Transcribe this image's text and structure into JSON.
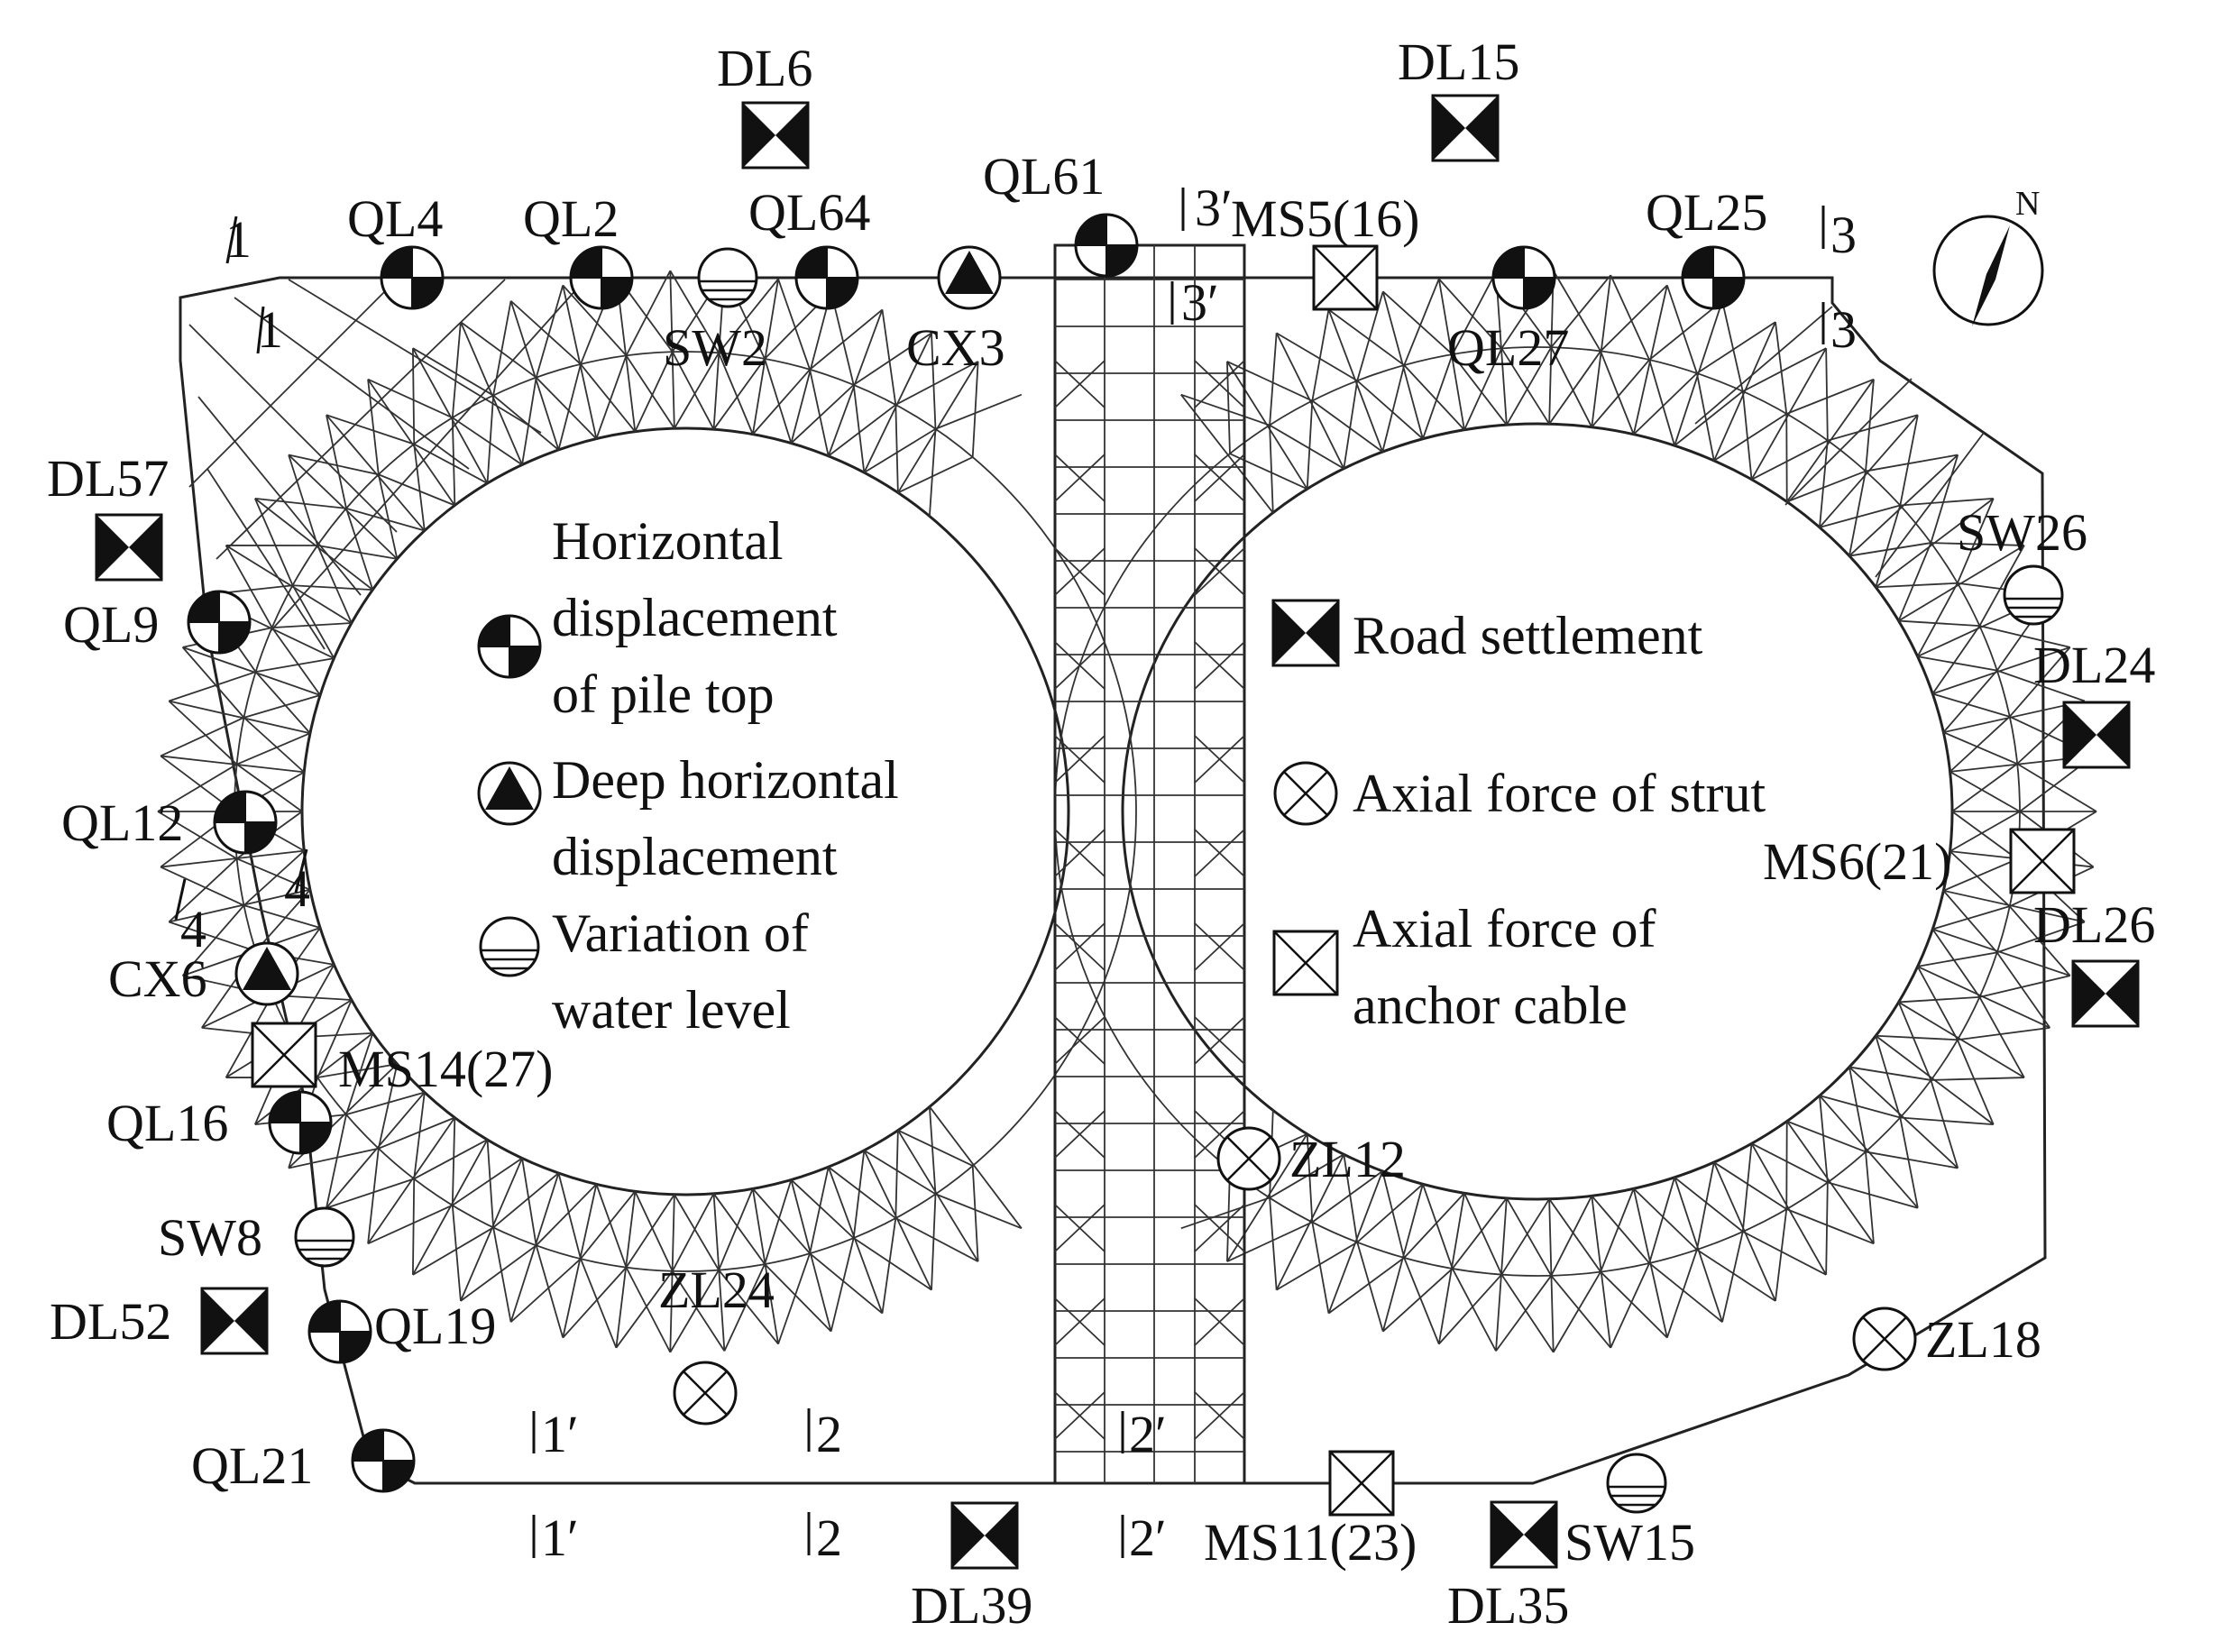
{
  "north": "N",
  "legend": {
    "pile_top_1": "Horizontal",
    "pile_top_2": "displacement",
    "pile_top_3": "of pile top",
    "deep_1": "Deep horizontal",
    "deep_2": "displacement",
    "water_1": "Variation of",
    "water_2": "water level",
    "road": "Road settlement",
    "strut": "Axial force of strut",
    "anchor_1": "Axial force of",
    "anchor_2": "anchor cable"
  },
  "points": {
    "QL4": "QL4",
    "QL2": "QL2",
    "QL64": "QL64",
    "QL61": "QL61",
    "QL25": "QL25",
    "QL27": "QL27",
    "QL9": "QL9",
    "QL12": "QL12",
    "QL16": "QL16",
    "QL19": "QL19",
    "QL21": "QL21",
    "CX3": "CX3",
    "CX6": "CX6",
    "SW2": "SW2",
    "SW8": "SW8",
    "SW15": "SW15",
    "SW26": "SW26",
    "DL6": "DL6",
    "DL15": "DL15",
    "DL57": "DL57",
    "DL24": "DL24",
    "DL26": "DL26",
    "DL52": "DL52",
    "DL39": "DL39",
    "DL35": "DL35",
    "MS5": "MS5(16)",
    "MS6": "MS6(21)",
    "MS14": "MS14(27)",
    "MS11": "MS11(23)",
    "ZL12": "ZL12",
    "ZL24": "ZL24",
    "ZL18": "ZL18"
  },
  "sections": {
    "s1": "1",
    "s1p": "1′",
    "s2": "2",
    "s2p": "2′",
    "s3": "3",
    "s3p": "3′",
    "s4": "4"
  }
}
